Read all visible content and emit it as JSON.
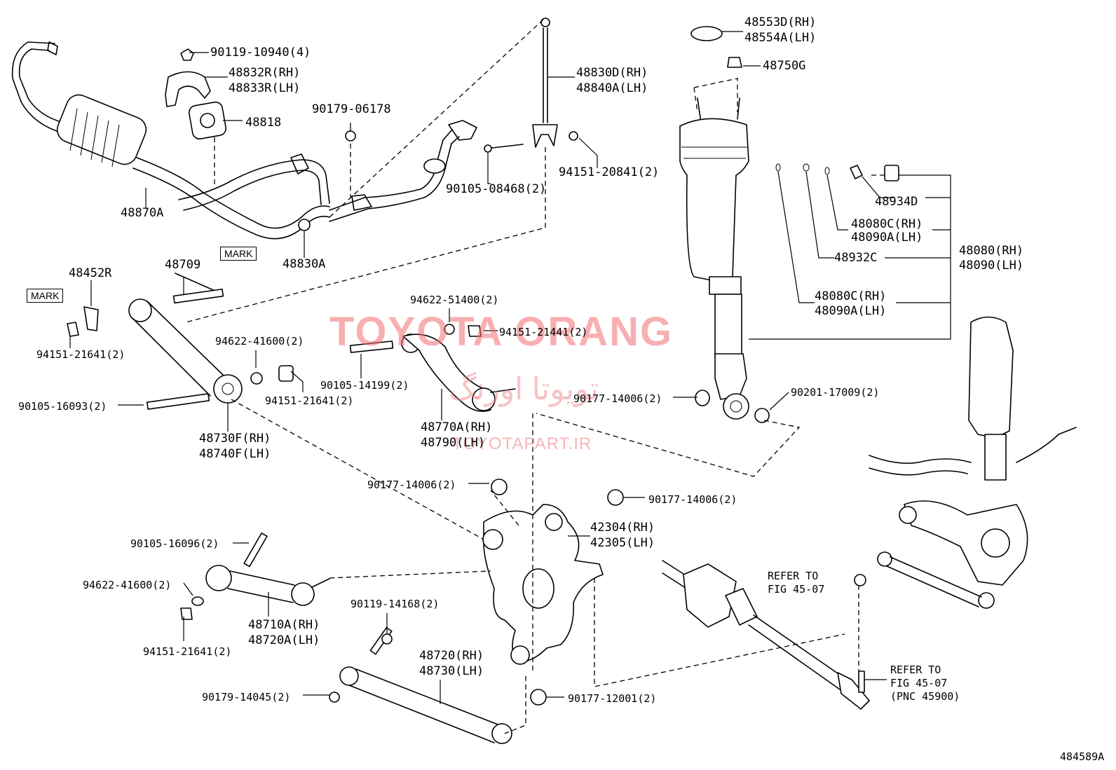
{
  "watermark": {
    "title": "TOYOTA ORANG",
    "persian": "تویوتا اورنگ",
    "url": "TOYOTAPART.IR"
  },
  "mark_tags": [
    "MARK",
    "MARK"
  ],
  "labels": {
    "p90119_10940": "90119-10940(4)",
    "p48832r": "48832R(RH)",
    "p48833r": "48833R(LH)",
    "p48818": "48818",
    "p48870a": "48870A",
    "p90179_06178": "90179-06178",
    "p90105_08468": "90105-08468(2)",
    "p48830a": "48830A",
    "p48830d": "48830D(RH)",
    "p48840a": "48840A(LH)",
    "p94151_20841": "94151-20841(2)",
    "p48553d": "48553D(RH)",
    "p48554a": "48554A(LH)",
    "p48750g": "48750G",
    "p48934d": "48934D",
    "p48080c_a": "48080C(RH)",
    "p48090a_a": "48090A(LH)",
    "p48932c": "48932C",
    "p48080": "48080(RH)",
    "p48090": "48090(LH)",
    "p48080c_b": "48080C(RH)",
    "p48090a_b": "48090A(LH)",
    "p48709": "48709",
    "p48452r": "48452R",
    "p94151_21641_a": "94151-21641(2)",
    "p94622_51400": "94622-51400(2)",
    "p94151_21441": "94151-21441(2)",
    "p94622_41600_a": "94622-41600(2)",
    "p90105_14199": "90105-14199(2)",
    "p94151_21641_b": "94151-21641(2)",
    "p90105_16093": "90105-16093(2)",
    "p48730f": "48730F(RH)",
    "p48740f": "48740F(LH)",
    "p48770a": "48770A(RH)",
    "p48790": "48790(LH)",
    "p90177_14006_a": "90177-14006(2)",
    "p90201_17009": "90201-17009(2)",
    "p90177_14006_b": "90177-14006(2)",
    "p90177_14006_c": "90177-14006(2)",
    "p42304": "42304(RH)",
    "p42305": "42305(LH)",
    "p90105_16096": "90105-16096(2)",
    "p94622_41600_b": "94622-41600(2)",
    "p48710a": "48710A(RH)",
    "p48720a": "48720A(LH)",
    "p94151_21641_c": "94151-21641(2)",
    "p90119_14168": "90119-14168(2)",
    "p48720": "48720(RH)",
    "p48730": "48730(LH)",
    "p90179_14045": "90179-14045(2)",
    "p90177_12001": "90177-12001(2)",
    "refer_a_1": "REFER TO",
    "refer_a_2": "FIG 45-07",
    "refer_b_1": "REFER TO",
    "refer_b_2": "FIG 45-07",
    "refer_b_3": "(PNC 45900)",
    "fig_code": "484589A"
  }
}
